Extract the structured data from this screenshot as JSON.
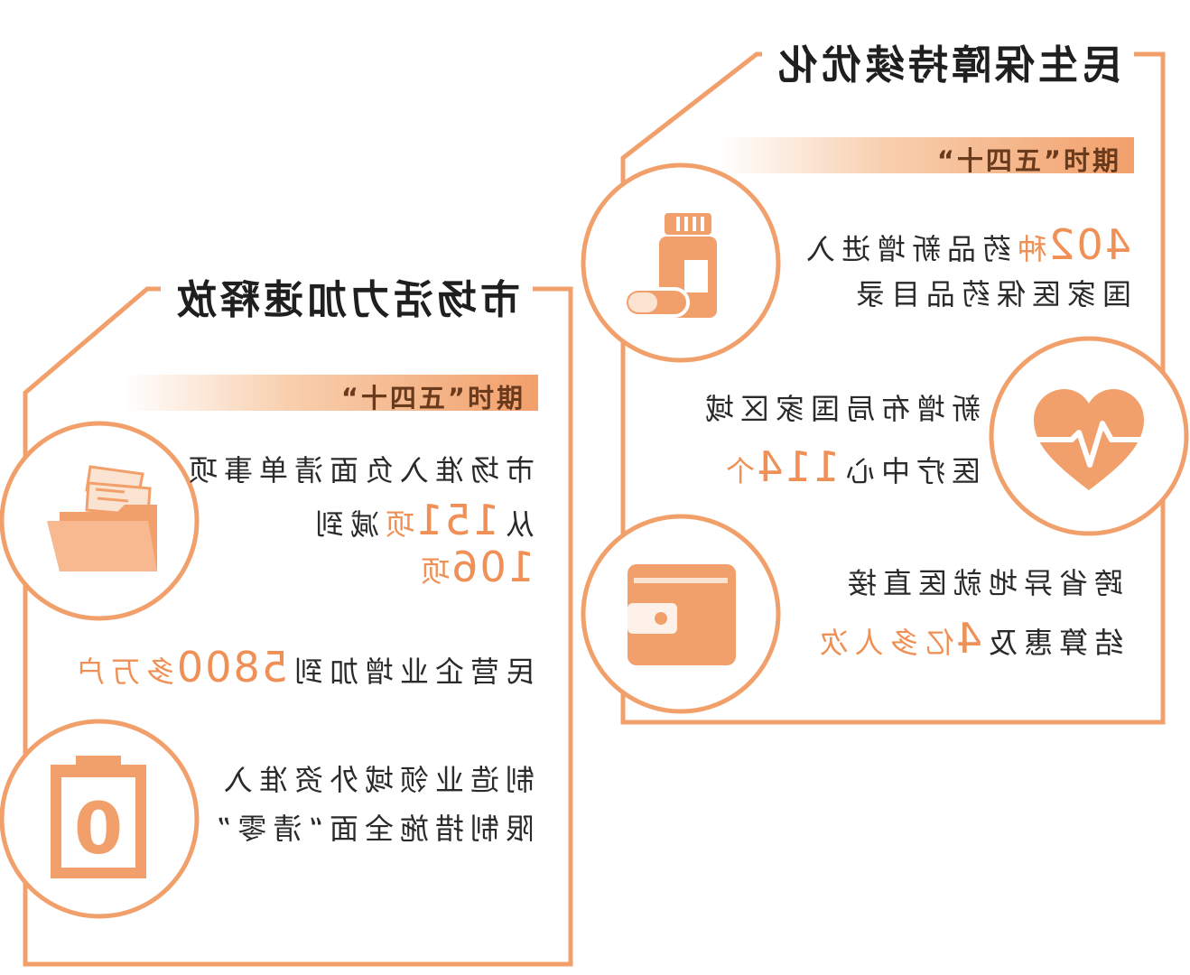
{
  "colors": {
    "accent": "#f2a06b",
    "accent_light": "#fbe3d2",
    "text": "#2a2a2a",
    "number": "#ef9157"
  },
  "right_panel": {
    "title": "民生保障持续优化",
    "period": "“十四五”时期",
    "items": [
      {
        "icon": "medicine-bottle-icon",
        "line1_num": "402",
        "line1_unit": "种",
        "line1_text": "药品新增进入",
        "line2_text": "国家医保药品目录"
      },
      {
        "icon": "heart-pulse-icon",
        "line1_text": "新增布局国家区域",
        "line2_text": "医疗中心",
        "line2_num": "114",
        "line2_unit": "个"
      },
      {
        "icon": "wallet-icon",
        "line1_text": "跨省异地就医直接",
        "line2_text": "结算惠及",
        "line2_num": "4",
        "line2_unit": "亿多人次"
      }
    ]
  },
  "left_panel": {
    "title": "市场活力加速释放",
    "period": "“十四五”时期",
    "items": [
      {
        "icon": "folder-documents-icon",
        "line1_text": "市场准入负面清单事项",
        "line2_pre": "从",
        "line2_num": "151",
        "line2_unit": "项",
        "line2_post": "减到",
        "line3_num": "106",
        "line3_unit": "项"
      },
      {
        "line1_text": "民营企业增加到",
        "line1_num": "5800",
        "line1_unit": "多万户"
      },
      {
        "icon": "clipboard-zero-icon",
        "icon_text": "0",
        "line1_text": "制造业领域外资准入",
        "line2_text": "限制措施全面“清零”"
      }
    ]
  }
}
